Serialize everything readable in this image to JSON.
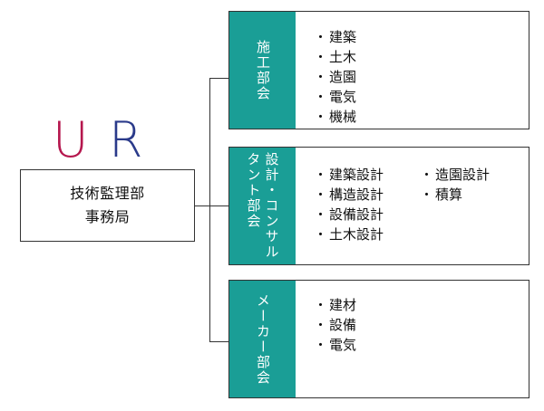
{
  "logo": {
    "text": "UR",
    "letters": [
      "U",
      "R"
    ],
    "colors": {
      "u": "#b5174e",
      "r": "#2a3a8a"
    }
  },
  "root": {
    "line1": "技術監理部",
    "line2": "事務局"
  },
  "colors": {
    "teal": "#1a9e96",
    "line": "#333333"
  },
  "sections": [
    {
      "label": "施工部会",
      "items": [
        "建築",
        "土木",
        "造園",
        "電気",
        "機械"
      ]
    },
    {
      "label_lines": [
        "設計・コンサル",
        "タント部会"
      ],
      "items_col1": [
        "建築設計",
        "構造設計",
        "設備設計",
        "土木設計"
      ],
      "items_col2": [
        "造園設計",
        "積算"
      ]
    },
    {
      "label": "メーカー部会",
      "items": [
        "建材",
        "設備",
        "電気"
      ]
    }
  ]
}
